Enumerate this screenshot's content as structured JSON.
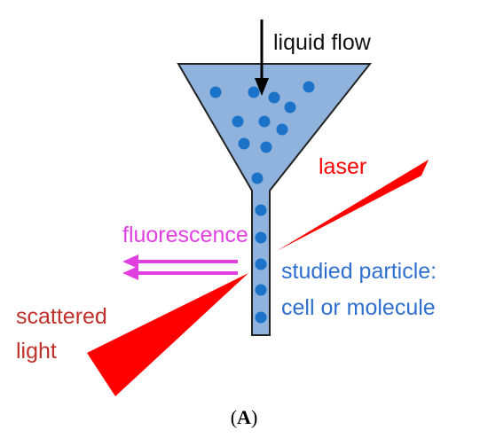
{
  "labels": {
    "liquid_flow": "liquid flow",
    "laser": "laser",
    "fluorescence": "fluorescence",
    "studied_particle_line1": "studied particle:",
    "studied_particle_line2": "cell or molecule",
    "scattered_line1": "scattered",
    "scattered_line2": "light"
  },
  "caption": {
    "open": "(",
    "letter": "A",
    "close": ")"
  },
  "colors": {
    "funnel_fill": "#8fb3dc",
    "funnel_stroke": "#222222",
    "particle": "#1a73c8",
    "laser": "#ff0000",
    "fluorescence": "#e040e0",
    "particle_text": "#2f6fcf",
    "arrow": "#000000"
  }
}
